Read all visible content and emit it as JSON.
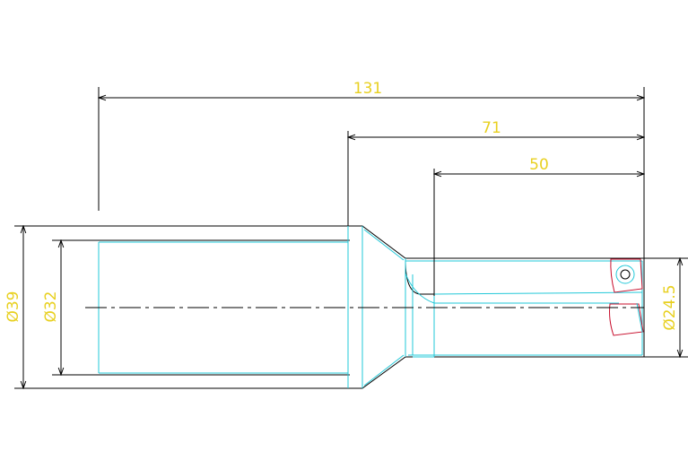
{
  "colors": {
    "background": "#ffffff",
    "outline": "#000000",
    "cyan": "#22c8d8",
    "dimension": "#000000",
    "dimension_text": "#e8d020",
    "insert": "#c8102e",
    "center": "#000000"
  },
  "dimensions": {
    "length_total": "131",
    "length_71": "71",
    "length_50": "50",
    "dia_39": "Ø39",
    "dia_32": "Ø32",
    "dia_24_5": "Ø24.5"
  }
}
